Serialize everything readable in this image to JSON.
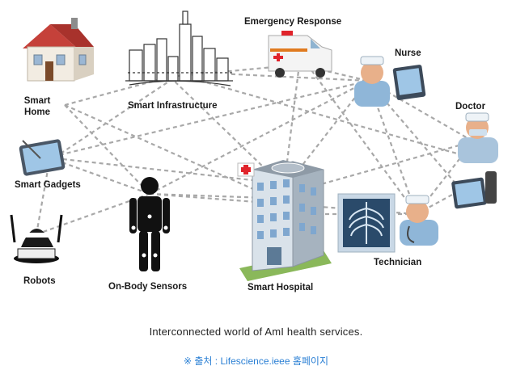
{
  "nodes": {
    "smart_home": "Smart\nHome",
    "smart_infrastructure": "Smart Infrastructure",
    "emergency_response": "Emergency Response",
    "nurse": "Nurse",
    "doctor": "Doctor",
    "smart_gadgets": "Smart Gadgets",
    "robots": "Robots",
    "on_body_sensors": "On-Body Sensors",
    "smart_hospital": "Smart Hospital",
    "technician": "Technician"
  },
  "caption": "Interconnected world of AmI health services.",
  "source": "※ 출처 : Lifescience.ieee 홈페이지",
  "colors": {
    "link_line": "#a8a8a8",
    "source_text": "#2a7fd4",
    "hospital_cross": "#e0242b"
  }
}
